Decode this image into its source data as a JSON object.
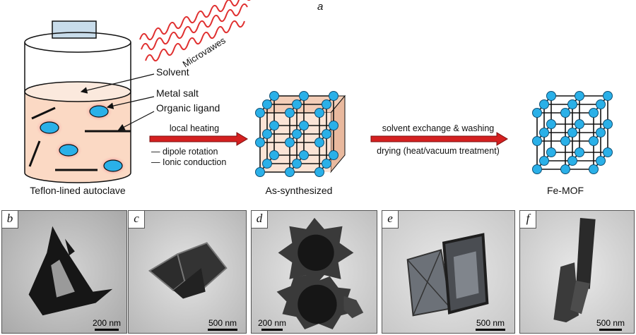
{
  "figure": {
    "panel_main_label": "a",
    "autoclave_label": "Teflon-lined autoclave",
    "microwaves_label": "Microvawes",
    "solvent_label": "Solvent",
    "metal_salt_label": "Metal salt",
    "organic_ligand_label": "Organic ligand",
    "arrow1": {
      "top": "local heating",
      "bottom1": "— dipole rotation",
      "bottom2": "— Ionic conduction"
    },
    "as_synth_label": "As-synthesized",
    "arrow2": {
      "top": "solvent exchange & washing",
      "bottom": "drying (heat/vacuum treatment)"
    },
    "femof_label": "Fe-MOF",
    "colors": {
      "node": "#2ab0e8",
      "liquid": "#fbd9c4",
      "arrow": "#d42020",
      "cube_face": "#fbe4d6"
    }
  },
  "panels": [
    {
      "label": "b",
      "scale": "200 nm"
    },
    {
      "label": "c",
      "scale": "500 nm"
    },
    {
      "label": "d",
      "scale": "200 nm"
    },
    {
      "label": "e",
      "scale": "500 nm"
    },
    {
      "label": "f",
      "scale": "500 nm"
    }
  ]
}
